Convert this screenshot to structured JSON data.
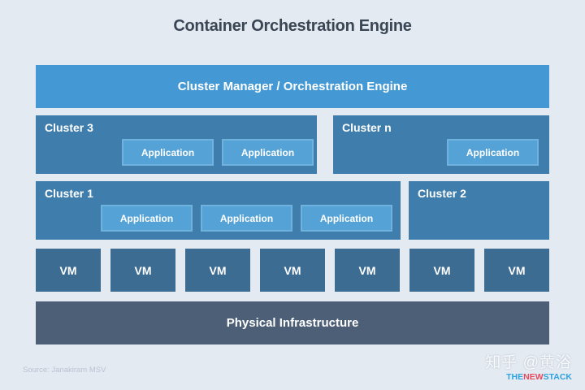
{
  "colors": {
    "background": "#e4eaf2",
    "title_text": "#3a4654",
    "banner": "#4498d3",
    "cluster": "#3e7dac",
    "application_fill": "#55a3d6",
    "application_border": "#6fb2de",
    "vm": "#3d6c93",
    "physical": "#4c5f76",
    "source_text": "#b9c3d0",
    "logo_blue": "#2ea3dc",
    "logo_red": "#e9485c"
  },
  "title": "Container Orchestration Engine",
  "diagram": {
    "manager_label": "Cluster Manager / Orchestration Engine",
    "rows": [
      {
        "clusters": [
          {
            "label": "Cluster 3",
            "applications": [
              "Application",
              "Application"
            ]
          },
          {
            "label": "Cluster n",
            "applications": [
              "Application"
            ]
          }
        ]
      },
      {
        "clusters": [
          {
            "label": "Cluster 1",
            "applications": [
              "Application",
              "Application",
              "Application"
            ]
          },
          {
            "label": "Cluster 2",
            "applications": []
          }
        ]
      }
    ],
    "vms": [
      "VM",
      "VM",
      "VM",
      "VM",
      "VM",
      "VM",
      "VM"
    ],
    "physical_label": "Physical Infrastructure"
  },
  "footer": {
    "source": "Source: Janakiram MSV",
    "watermark_text": "知乎 @黄浴",
    "logo": {
      "part1": "THE",
      "part2": "NEW",
      "part3": "STACK"
    }
  }
}
